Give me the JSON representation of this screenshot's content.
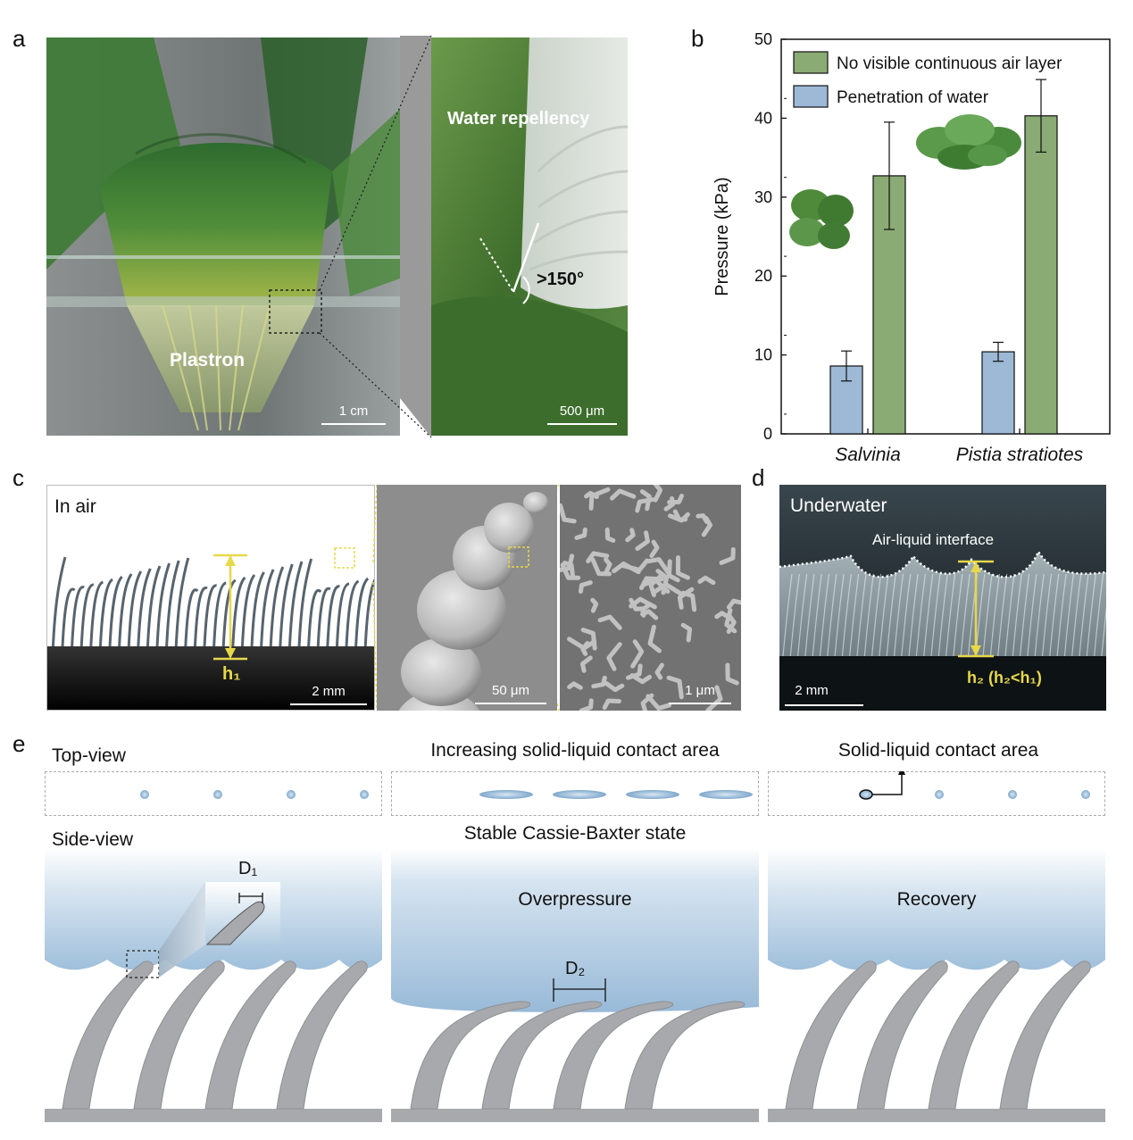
{
  "panels": {
    "a": {
      "label": "a",
      "plastron": "Plastron",
      "water_repellency": "Water repellency",
      "angle": ">150°",
      "scale_left": "1 cm",
      "scale_right": "500 μm"
    },
    "b": {
      "label": "b"
    },
    "c": {
      "label": "c",
      "in_air": "In air",
      "h1": "h₁",
      "scale1": "2 mm",
      "scale2": "50 μm",
      "scale3": "1 μm"
    },
    "d": {
      "label": "d",
      "underwater": "Underwater",
      "interface": "Air-liquid interface",
      "h2": "h₂ (h₂<h₁)",
      "scale": "2 mm"
    },
    "e": {
      "label": "e",
      "top_view": "Top-view",
      "side_view": "Side-view",
      "increasing": "Increasing solid-liquid contact area",
      "contact_area": "Solid-liquid contact area",
      "stable": "Stable Cassie-Baxter state",
      "overpressure": "Overpressure",
      "recovery": "Recovery",
      "d1": "D₁",
      "d2": "D₂"
    }
  },
  "colors": {
    "green_bar": "#8aab74",
    "blue_bar": "#9db9d6",
    "water": "#a9c7df",
    "hair": "#a7a9ad",
    "yellow": "#e7d84b"
  },
  "chart_data": {
    "type": "bar",
    "categories": [
      "Salvinia",
      "Pistia stratiotes"
    ],
    "series": [
      {
        "name": "Penetration of water",
        "values": [
          8.6,
          10.4
        ],
        "errors": [
          1.9,
          1.2
        ],
        "color": "#9db9d6"
      },
      {
        "name": "No visible continuous air layer",
        "values": [
          32.7,
          40.3
        ],
        "errors": [
          6.8,
          4.6
        ],
        "color": "#8aab74"
      }
    ],
    "ylabel": "Pressure (kPa)",
    "ylim": [
      0,
      50
    ],
    "yticks": [
      0,
      10,
      20,
      30,
      40,
      50
    ],
    "legend": "top"
  }
}
